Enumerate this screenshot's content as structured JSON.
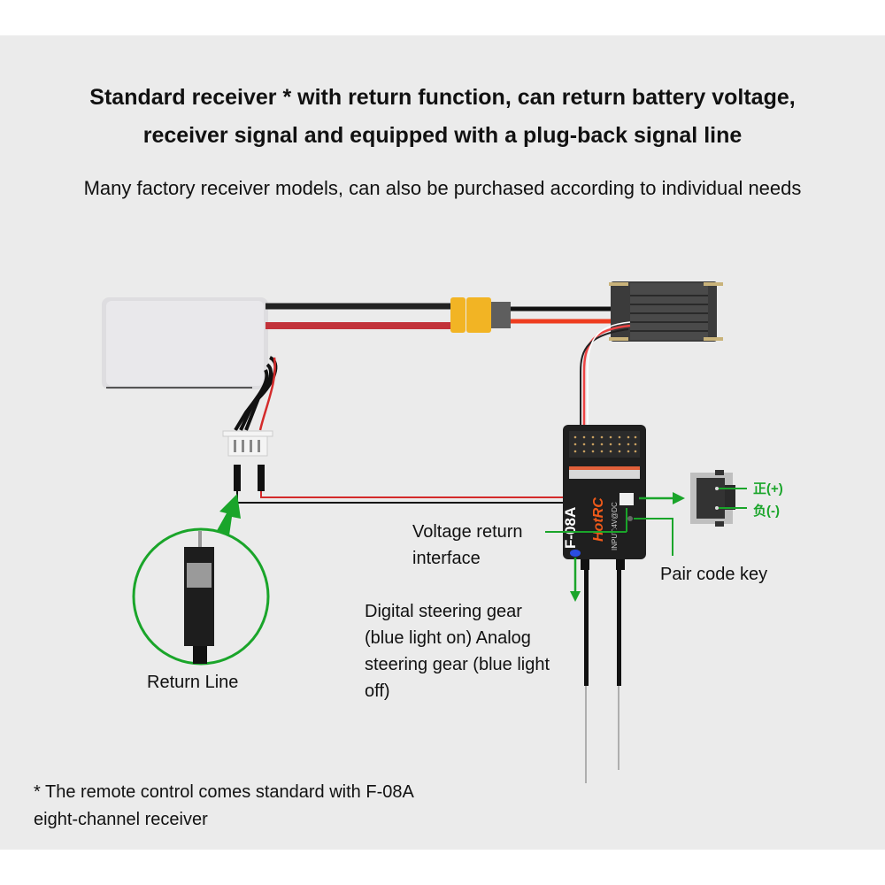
{
  "header": {
    "title_line1": "Standard receiver * with return function, can return battery voltage,",
    "title_line2": "receiver signal and equipped with a plug-back signal line",
    "subtitle": "Many factory receiver models, can also be purchased according to individual needs"
  },
  "labels": {
    "return_line": "Return Line",
    "voltage_return_1": "Voltage return",
    "voltage_return_2": "interface",
    "pair_code_key": "Pair code key",
    "steering_1": "Digital steering gear",
    "steering_2": "(blue light on) Analog",
    "steering_3": "steering gear (blue light",
    "steering_4": "off)",
    "positive": "正(+)",
    "negative": "负(-)"
  },
  "receiver": {
    "model": "F-08A",
    "brand": "HotRC",
    "input_spec": "INPUT:4V@DC"
  },
  "footnote": {
    "line1": "* The remote control comes standard with F-08A",
    "line2": "eight-channel receiver"
  },
  "colors": {
    "background": "#ebebeb",
    "accent_green": "#1aa52a",
    "wire_red": "#d42b2b",
    "wire_black": "#111111",
    "connector_yellow": "#f2b424",
    "led_blue": "#2a4de0"
  }
}
